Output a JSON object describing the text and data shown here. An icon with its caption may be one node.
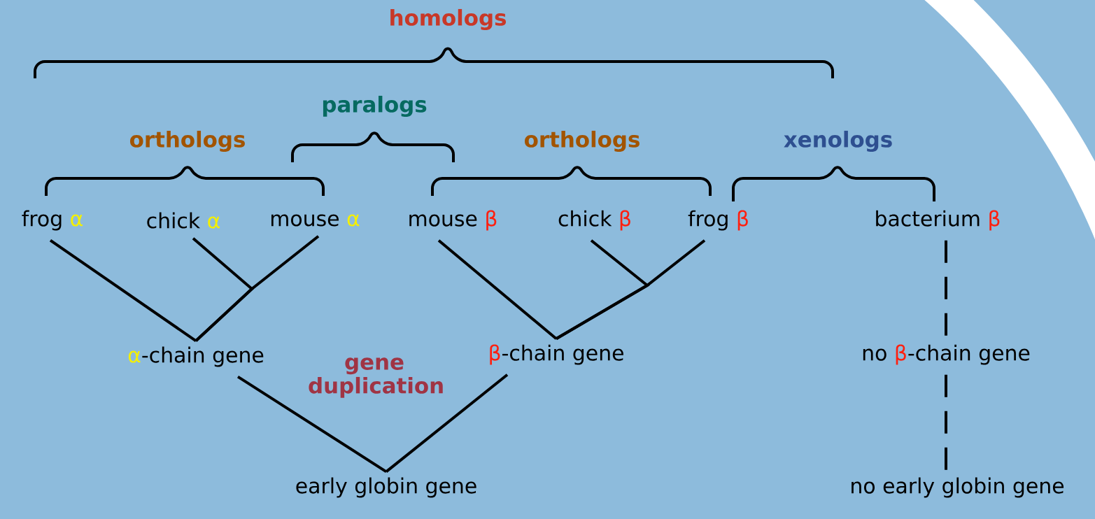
{
  "diagram": {
    "nodes": [
      {
        "text": [
          "frog",
          "α"
        ]
      },
      {
        "text": [
          "chick",
          "α"
        ]
      },
      {
        "text": [
          "mouse",
          "α"
        ]
      },
      {
        "text": [
          "mouse",
          "β"
        ]
      },
      {
        "text": [
          "chick",
          "β"
        ]
      },
      {
        "text": [
          "frog",
          "β"
        ]
      },
      {
        "text": [
          "bacterium",
          "β"
        ]
      },
      {
        "text": [
          "α",
          "-chain gene"
        ]
      },
      {
        "text": [
          "β",
          "-chain gene"
        ]
      },
      {
        "text": [
          "no",
          "β",
          "-chain gene"
        ]
      },
      {
        "text": [
          "early globin gene"
        ]
      },
      {
        "text": [
          "no early globin gene"
        ]
      }
    ],
    "edges": [
      {
        "from": 0,
        "to": 7,
        "arrow": "none"
      },
      {
        "from": 1,
        "to": 7,
        "arrow": "none"
      },
      {
        "from": 2,
        "to": 7,
        "arrow": "none"
      },
      {
        "from": 3,
        "to": 8,
        "arrow": "none"
      },
      {
        "from": 4,
        "to": 8,
        "arrow": "none"
      },
      {
        "from": 5,
        "to": 8,
        "arrow": "none"
      },
      {
        "from": 7,
        "to": 10,
        "arrow": "none"
      },
      {
        "from": 8,
        "to": 10,
        "arrow": "none"
      },
      {
        "from": 6,
        "to": 9,
        "arrow": "none",
        "style": "dashed"
      },
      {
        "from": 9,
        "to": 11,
        "arrow": "none",
        "style": "dashed"
      }
    ],
    "labels": [
      "homologs",
      "paralogs",
      "orthologs",
      "orthologs",
      "xenologs",
      "gene duplication"
    ]
  }
}
